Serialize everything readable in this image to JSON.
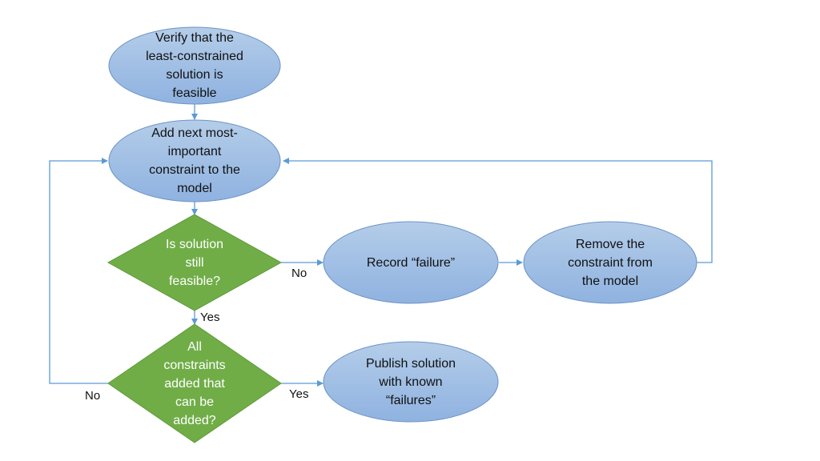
{
  "nodes": {
    "verify": "Verify that the\nleast-constrained\nsolution is\nfeasible",
    "add_next": "Add next most-\nimportant\nconstraint to the\nmodel",
    "is_feasible": "Is solution\nstill\nfeasible?",
    "record_failure": "Record “failure”",
    "remove_constraint": "Remove the\nconstraint from\nthe model",
    "all_added": "All\nconstraints\nadded that\ncan be\nadded?",
    "publish": "Publish solution\nwith known\n“failures”"
  },
  "edge_labels": {
    "feasible_no": "No",
    "feasible_yes": "Yes",
    "all_added_no": "No",
    "all_added_yes": "Yes"
  },
  "colors": {
    "oval_fill_top": "#b4cde9",
    "oval_fill_bottom": "#8fb2e0",
    "oval_stroke": "#6e94c5",
    "diamond_fill": "#70ad47",
    "diamond_stroke": "#5f9a3b",
    "connector": "#5b9bd5"
  }
}
